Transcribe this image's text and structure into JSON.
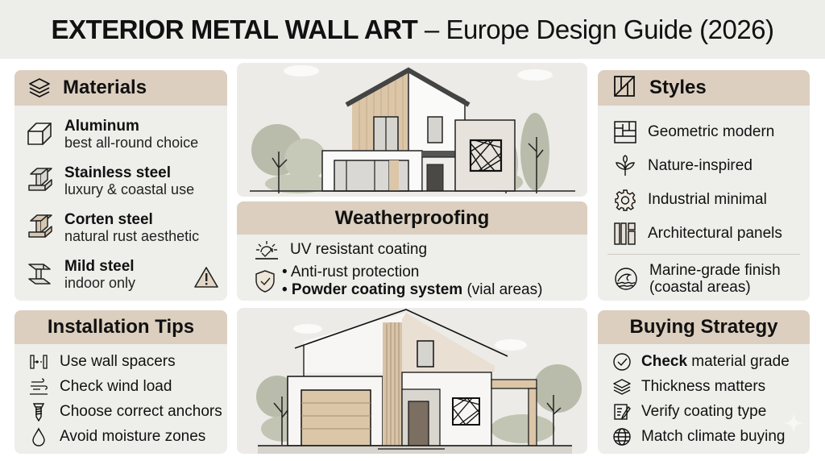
{
  "header": {
    "title_bold": "EXTERIOR METAL WALL ART",
    "title_sep": " – ",
    "title_rest": "Europe Design Guide (2026)"
  },
  "materials": {
    "heading": "Materials",
    "icon": "layers-icon",
    "items": [
      {
        "name": "Aluminum",
        "note": "best all-round choice",
        "icon": "metal-block-icon"
      },
      {
        "name": "Stainless steel",
        "note": "luxury & coastal use",
        "icon": "i-beam-icon"
      },
      {
        "name": "Corten steel",
        "note": "natural rust aesthetic",
        "icon": "i-beam-icon"
      },
      {
        "name": "Mild steel",
        "note": "indoor only",
        "icon": "i-beam-icon",
        "badge": "warning-icon"
      }
    ]
  },
  "weatherproofing": {
    "heading": "Weatherproofing",
    "items": [
      {
        "text": "UV resistant coating",
        "icon": "sun-icon"
      },
      {
        "text": "• Anti-rust protection",
        "icon": "shield-check-icon"
      },
      {
        "text_bold": "• Powder coating system",
        "text_rest": " (vial areas)"
      }
    ]
  },
  "styles": {
    "heading": "Styles",
    "icon": "geometric-frame-icon",
    "items": [
      {
        "label": "Geometric modern",
        "icon": "grid-icon"
      },
      {
        "label": "Nature-inspired",
        "icon": "leaf-icon"
      },
      {
        "label": "Industrial minimal",
        "icon": "gear-icon"
      },
      {
        "label": "Architectural panels",
        "icon": "panels-icon"
      }
    ],
    "extra": {
      "line1": "Marine-grade finish",
      "line2": "(coastal areas)",
      "icon": "wave-icon"
    }
  },
  "installation": {
    "heading": "Installation Tips",
    "items": [
      {
        "label": "Use wall spacers",
        "icon": "spacer-icon"
      },
      {
        "label": "Check wind load",
        "icon": "wind-icon"
      },
      {
        "label": "Choose correct anchors",
        "icon": "screw-icon"
      },
      {
        "label": "Avoid moisture zones",
        "icon": "drop-icon"
      }
    ]
  },
  "buying": {
    "heading": "Buying Strategy",
    "items": [
      {
        "label_bold": "Check",
        "label_rest": " material grade",
        "icon": "check-circle-icon"
      },
      {
        "label": "Thickness matters",
        "icon": "layers-icon"
      },
      {
        "label": "Verify coating type",
        "icon": "document-edit-icon"
      },
      {
        "label": "Match climate buying",
        "icon": "globe-icon"
      }
    ]
  },
  "colors": {
    "title_bg": "#ededea",
    "panel_bg": "#eeeeeb",
    "header_bg": "#dccfbf",
    "wood": "#d9c4a8",
    "tree": "#b9bcaa",
    "text": "#111111"
  }
}
